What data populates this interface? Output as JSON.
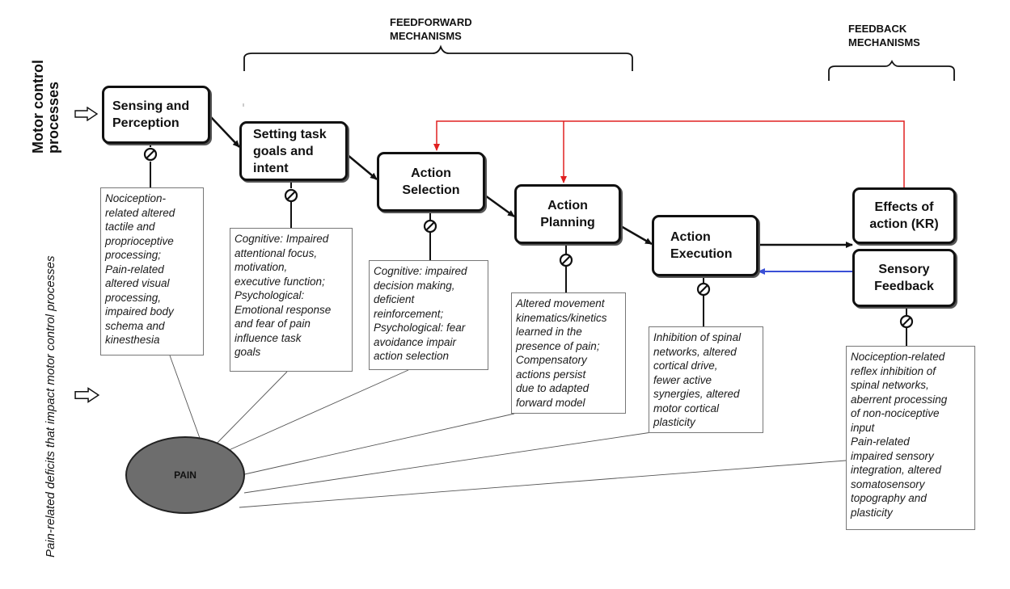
{
  "headers": {
    "feedforward": "FEEDFORWARD\nMECHANISMS",
    "feedback": "FEEDBACK\nMECHANISMS"
  },
  "side_labels": {
    "motor_control": "Motor control processes",
    "pain_deficits": "Pain-related deficits that impact motor control processes"
  },
  "boxes": {
    "sensing": "Sensing and Perception",
    "setting": "Setting task goals and intent",
    "selection": "Action Selection",
    "planning": "Action Planning",
    "execution": "Action Execution",
    "effects": "Effects of action (KR)",
    "feedback": "Sensory Feedback"
  },
  "notes": {
    "sensing": [
      "Nociception-",
      "related altered",
      "tactile and",
      "proprioceptive",
      "processing;",
      "Pain-related",
      "altered visual",
      "processing,",
      "impaired body",
      "schema and",
      "kinesthesia"
    ],
    "setting": [
      "Cognitive: Impaired",
      "attentional focus,",
      "motivation,",
      "executive function;",
      "Psychological:",
      "Emotional response",
      "and fear of pain",
      "influence task",
      "goals"
    ],
    "selection": [
      "Cognitive: impaired",
      "decision making,",
      "deficient",
      "reinforcement;",
      "Psychological: fear",
      "avoidance impair",
      "action selection"
    ],
    "planning": [
      "Altered movement",
      "kinematics/kinetics",
      "learned in the",
      "presence of pain;",
      "Compensatory",
      "actions persist",
      "due to adapted",
      "forward model"
    ],
    "execution": [
      "Inhibition of spinal",
      "networks, altered",
      "cortical drive,",
      "fewer active",
      "synergies, altered",
      "motor cortical",
      "plasticity"
    ],
    "feedback": [
      "Nociception-related",
      "reflex inhibition of",
      "spinal networks,",
      "aberrent processing",
      "of non-nociceptive",
      "input",
      "Pain-related",
      "impaired sensory",
      "integration, altered",
      "somatosensory",
      "topography and",
      "plasticity"
    ]
  },
  "pain_label": "PAIN",
  "colors": {
    "feedforward_arrow": "#111111",
    "red_feedback": "#e02020",
    "blue_feedback": "#3a4fd6",
    "pain_fill": "#6d6d6d"
  },
  "icons": [
    "inhibit-icon",
    "hollow-arrow-icon",
    "brace-icon"
  ]
}
